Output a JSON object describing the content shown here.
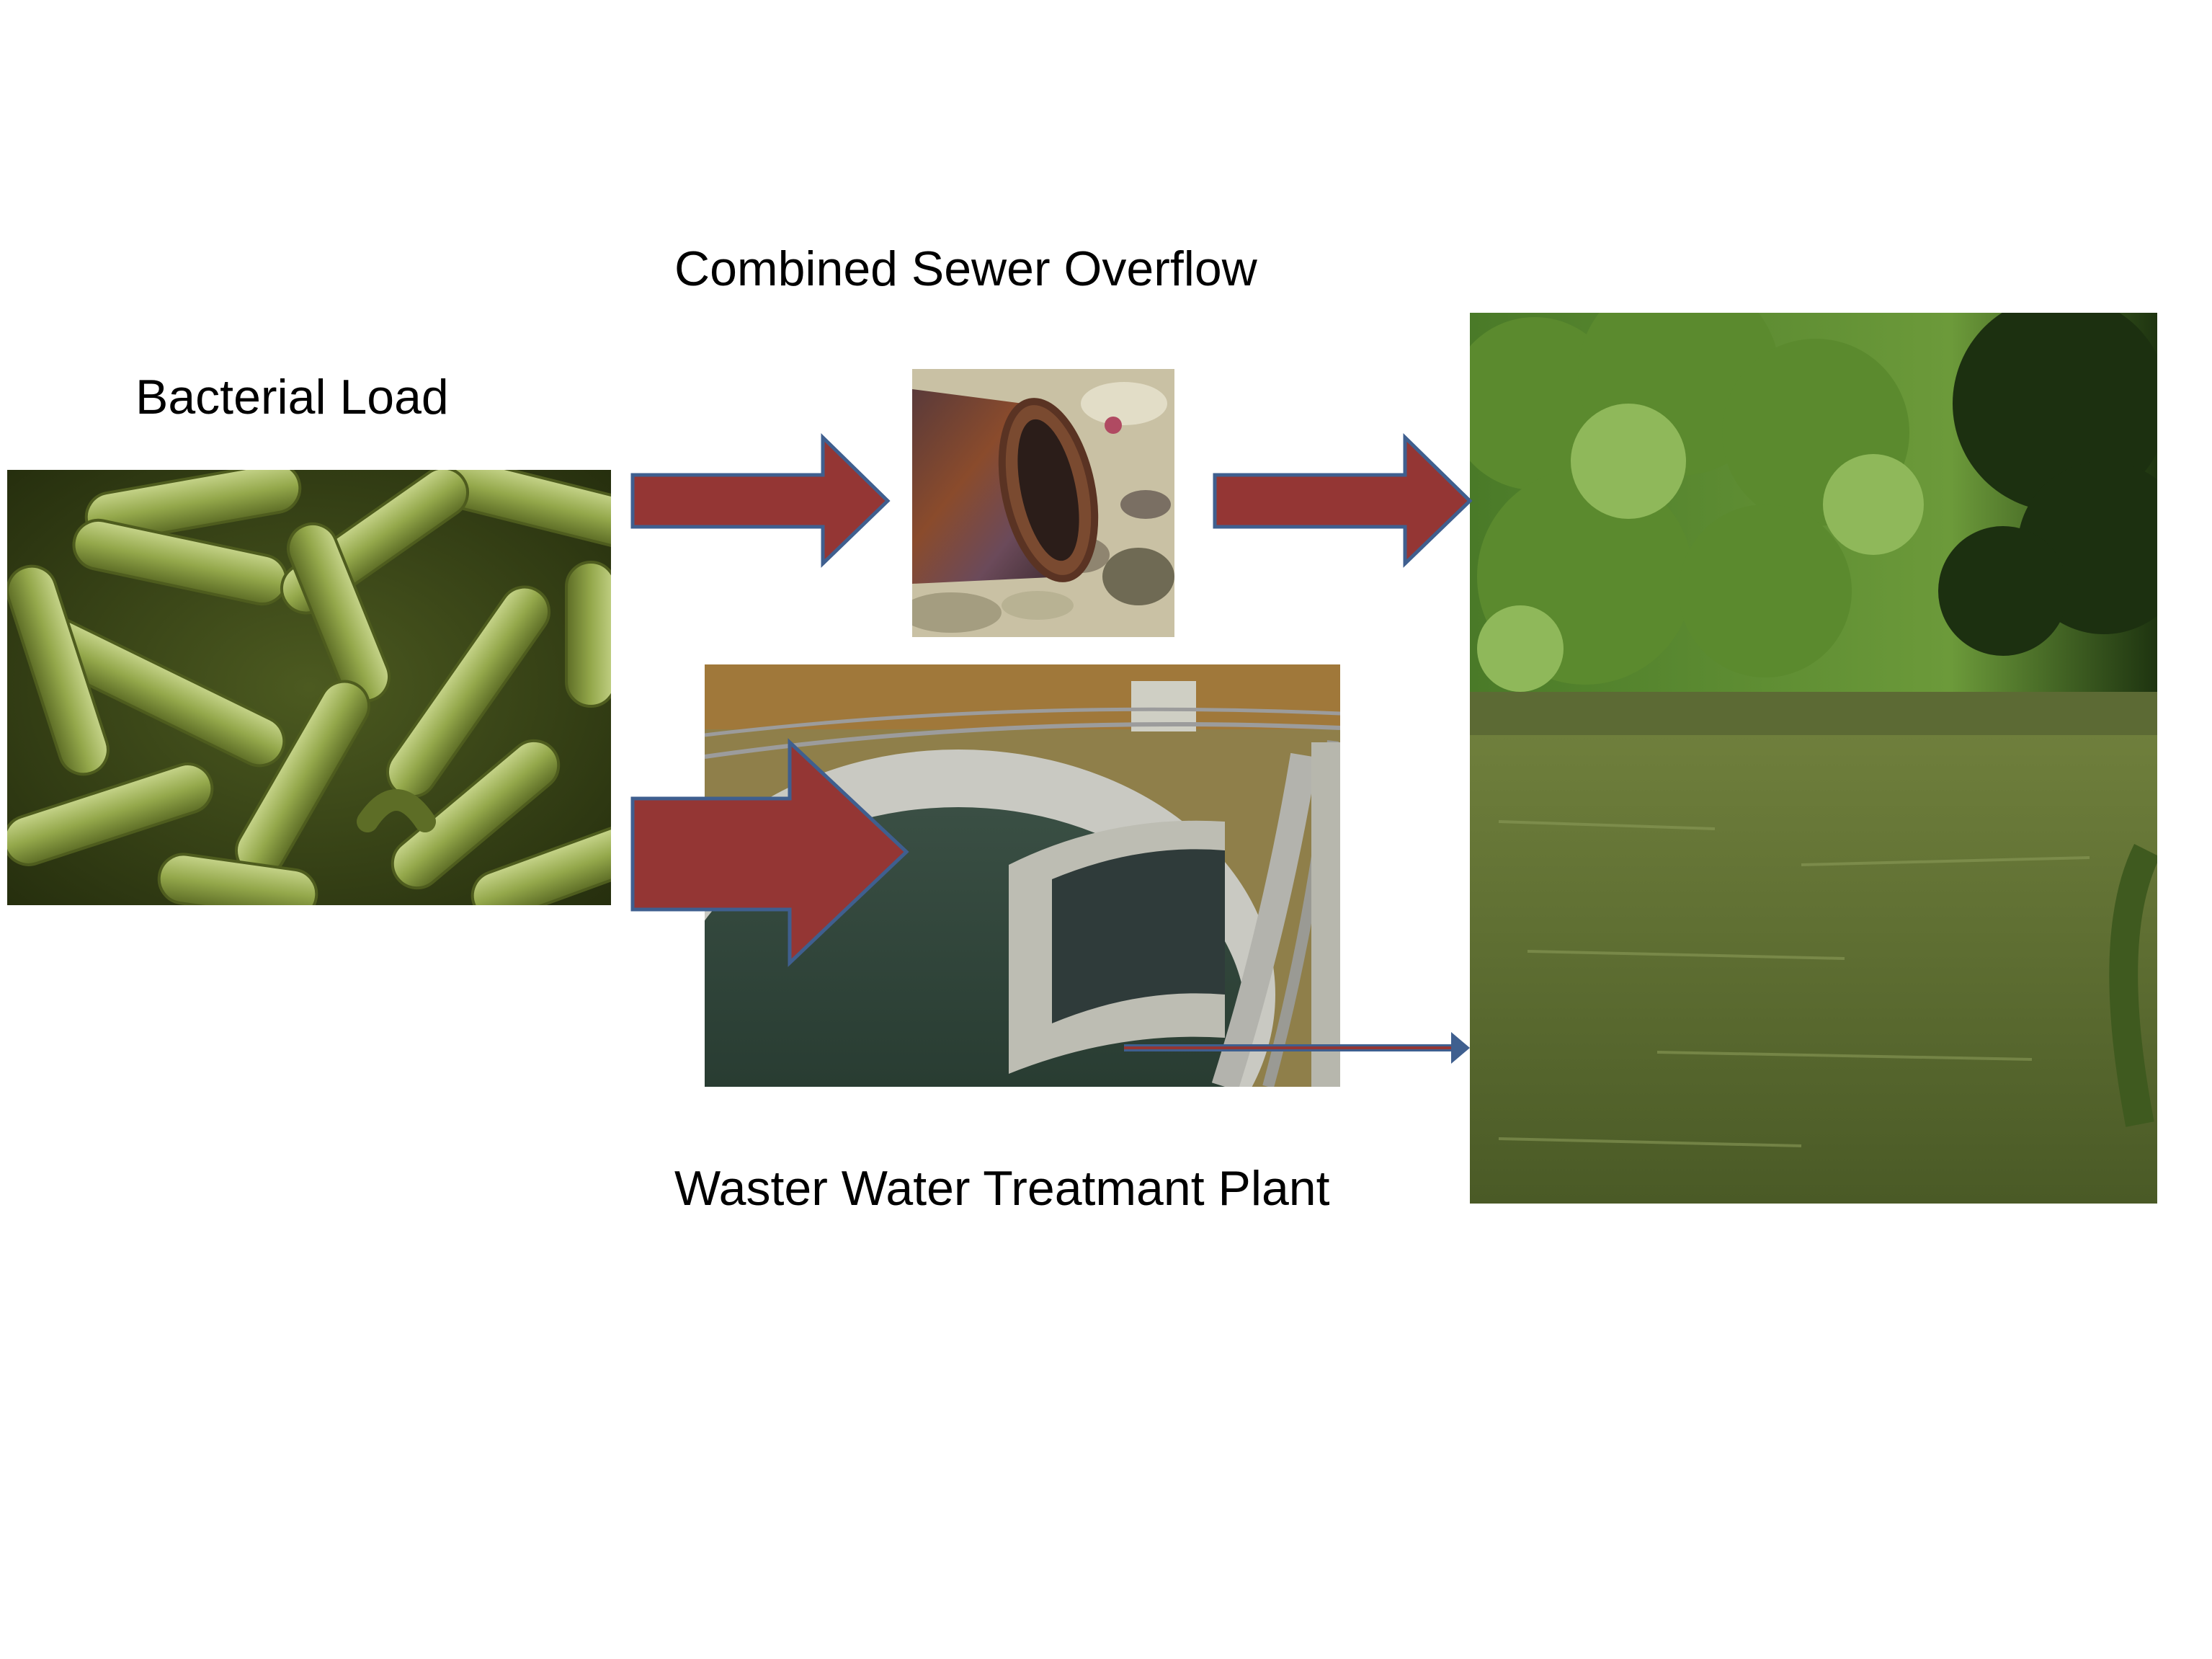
{
  "diagram": {
    "labels": {
      "bacterial_load": "Bacterial Load",
      "combined_sewer_overflow": "Combined Sewer Overflow",
      "wastewater_treatment_plant": "Waster Water Treatmant Plant"
    },
    "images": [
      {
        "name": "bacteria-image",
        "depicts": "green rod-shaped bacteria micrograph"
      },
      {
        "name": "sewer-pipe-image",
        "depicts": "rusted outflow pipe"
      },
      {
        "name": "treatment-plant-image",
        "depicts": "circular clarifier basin"
      },
      {
        "name": "river-image",
        "depicts": "river with tree-lined bank"
      }
    ],
    "colors": {
      "arrow_fill": "#943634",
      "arrow_outline": "#3f5f8f",
      "bacteria": "#8ea34b",
      "water": "#5b6b2c",
      "foliage": "#3f6f22"
    }
  }
}
